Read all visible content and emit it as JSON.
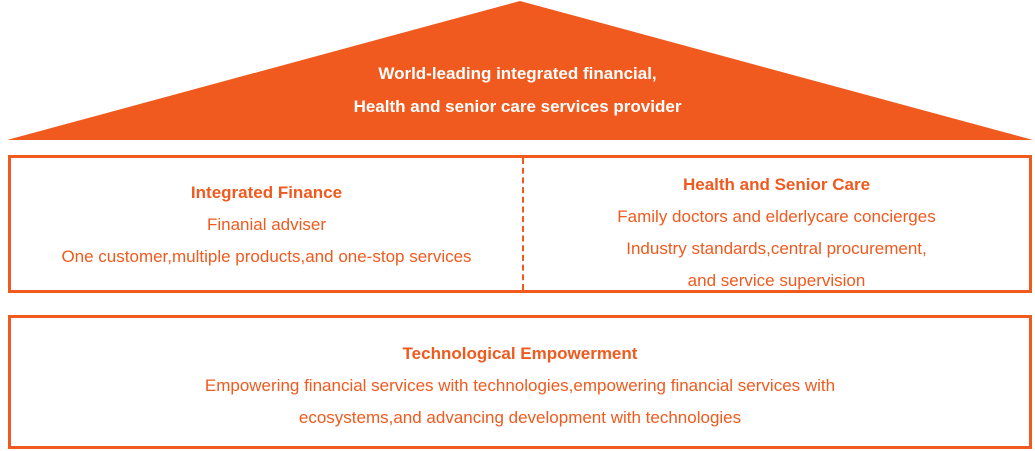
{
  "colors": {
    "accent": "#f05a1e",
    "text_on_accent": "#ffffff",
    "background": "#ffffff"
  },
  "roof": {
    "lines": [
      "World-leading integrated financial,",
      "Health and senior care services provider"
    ]
  },
  "integrated_finance": {
    "title": "Integrated Finance",
    "lines": [
      "Finanial adviser",
      "One customer,multiple products,and one-stop services"
    ]
  },
  "health_senior_care": {
    "title": "Health and Senior Care",
    "lines": [
      "Family doctors and elderlycare concierges",
      "Industry standards,central procurement,",
      "and service supervision"
    ]
  },
  "technological_empowerment": {
    "title": "Technological Empowerment",
    "lines": [
      "Empowering financial services with technologies,empowering financial services with",
      "ecosystems,and advancing development with technologies"
    ]
  }
}
